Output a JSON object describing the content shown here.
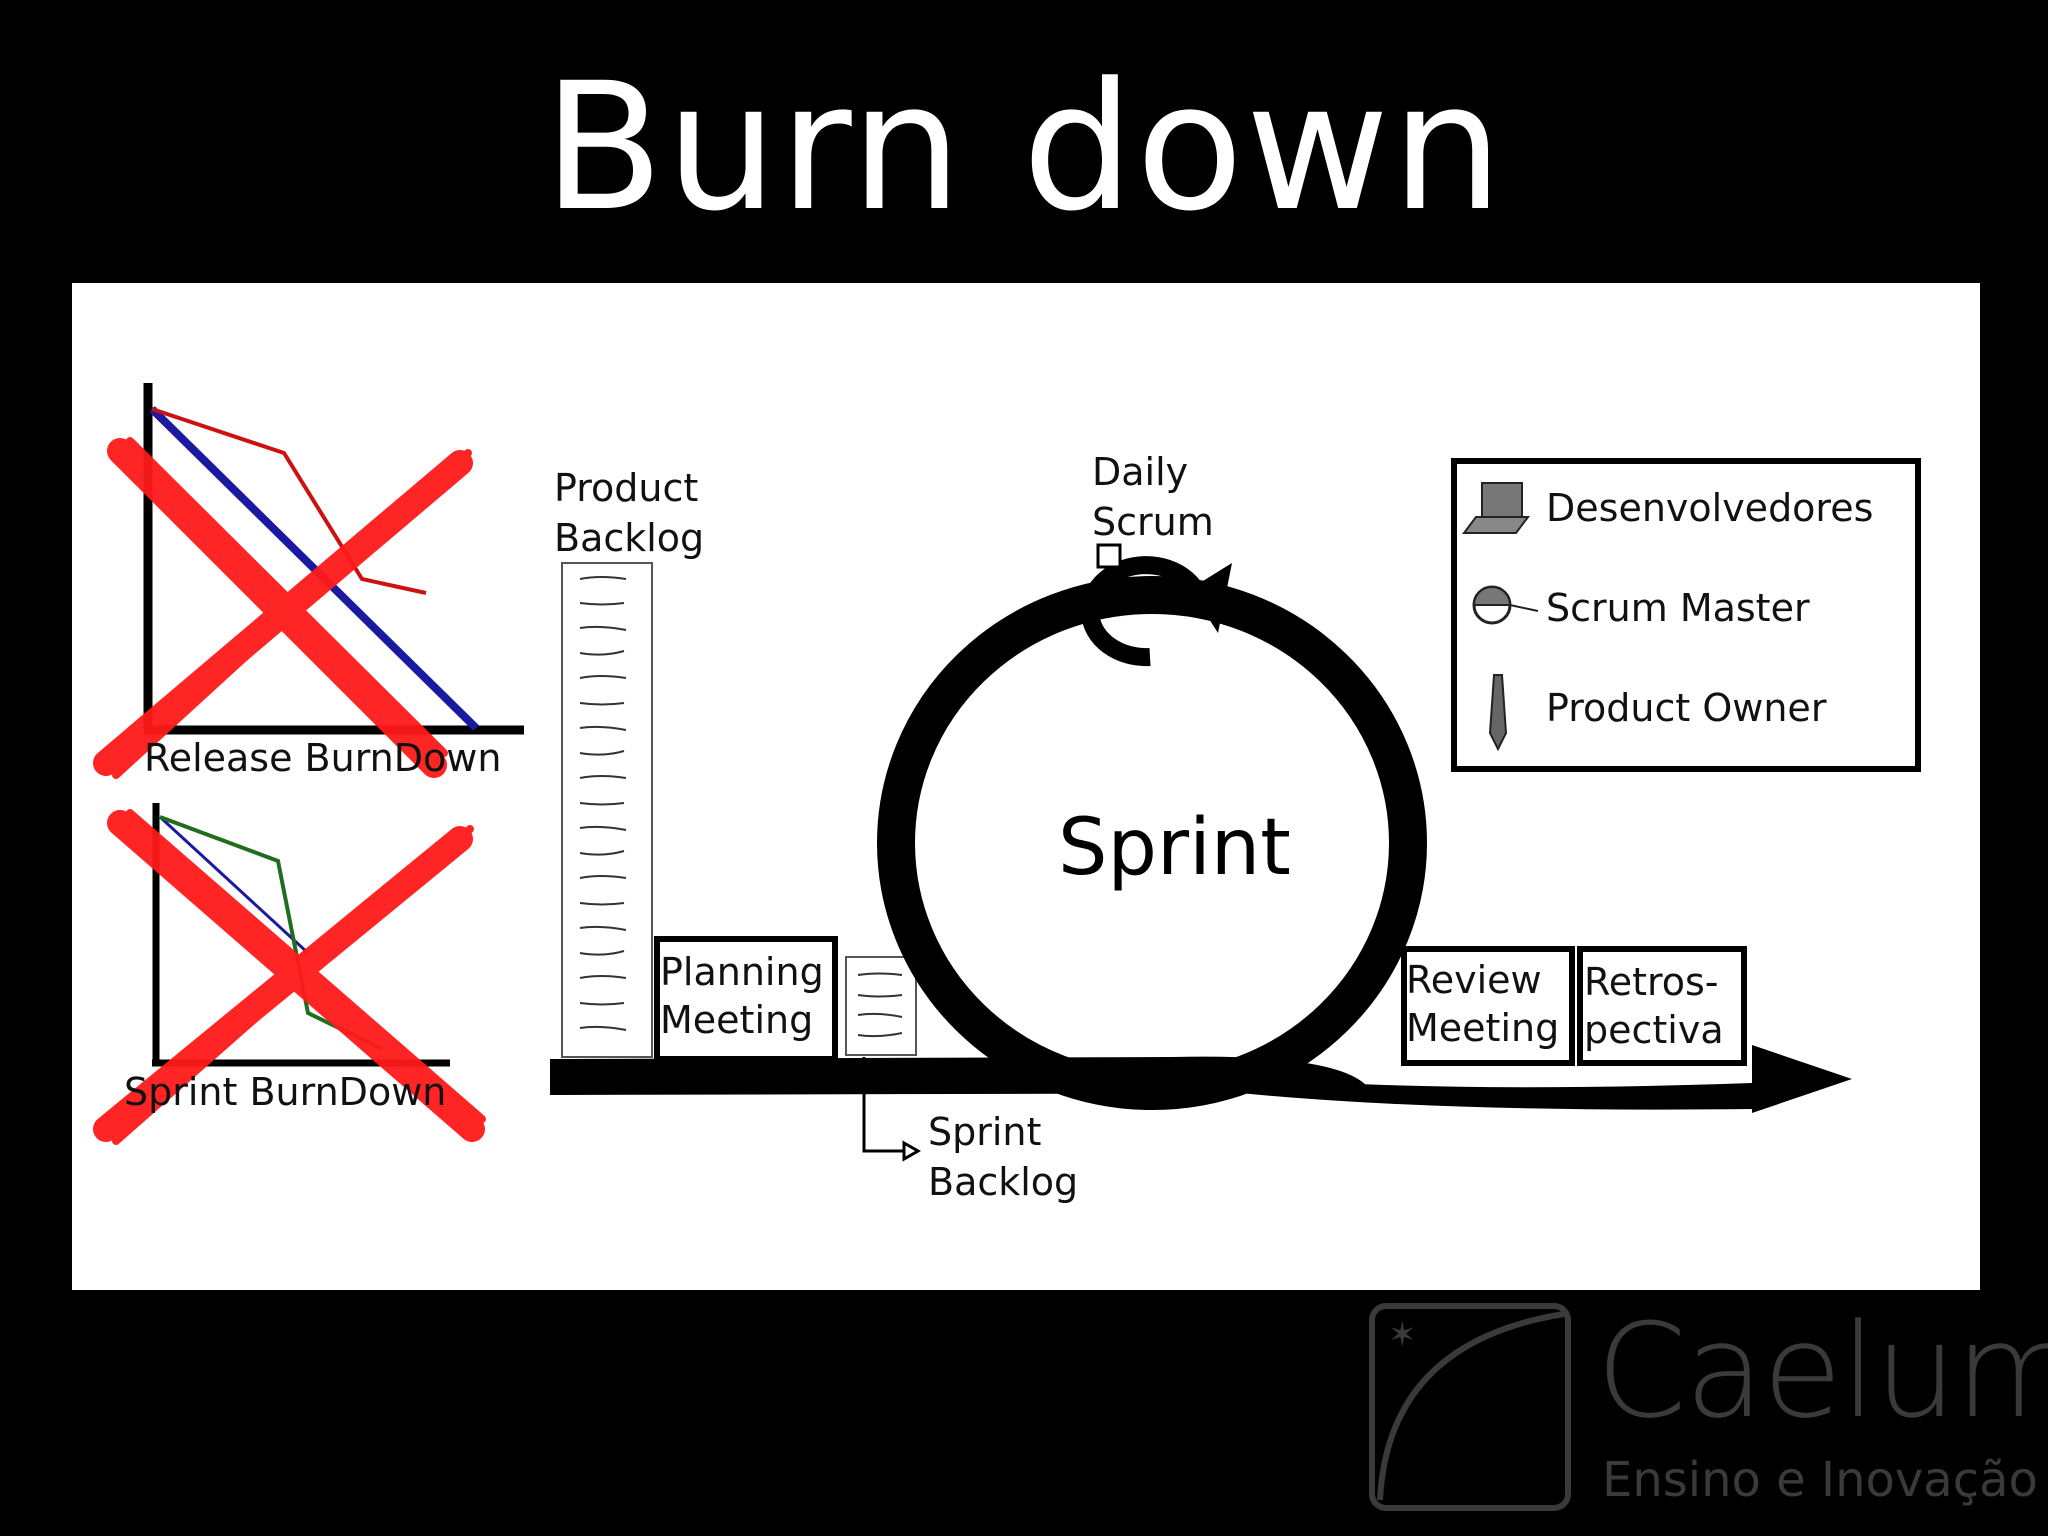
{
  "title": "Burn down",
  "charts": {
    "release_burndown_label": "Release BurnDown",
    "sprint_burndown_label": "Sprint BurnDown"
  },
  "flow": {
    "product_backlog": [
      "Product",
      "Backlog"
    ],
    "planning_meeting": [
      "Planning",
      "Meeting"
    ],
    "sprint_backlog": [
      "Sprint",
      "Backlog"
    ],
    "daily_scrum": [
      "Daily",
      "Scrum"
    ],
    "sprint": "Sprint",
    "review_meeting": [
      "Review",
      "Meeting"
    ],
    "retrospective": [
      "Retros-",
      "pectiva"
    ]
  },
  "legend": {
    "items": [
      {
        "icon": "laptop-icon",
        "label": "Desenvolvedores"
      },
      {
        "icon": "helmet-icon",
        "label": "Scrum Master"
      },
      {
        "icon": "tie-icon",
        "label": "Product Owner"
      }
    ]
  },
  "logo": {
    "name": "Caelum",
    "tagline": "Ensino e Inovação"
  },
  "colors": {
    "cross_out": "#ff1a1a",
    "release_ideal": "#1a1aa0",
    "release_actual": "#cc1111",
    "sprint_actual": "#1f6e1f"
  }
}
